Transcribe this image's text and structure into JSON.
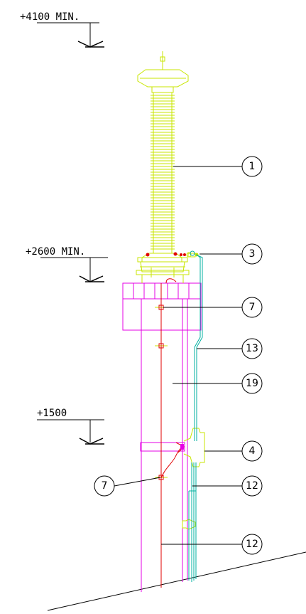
{
  "levels": {
    "top": "+4100 MIN.",
    "mid": "+2600 MIN.",
    "low": "+1500"
  },
  "callouts": {
    "c1": "1",
    "c3": "3",
    "c7a": "7",
    "c13": "13",
    "c19": "19",
    "c4": "4",
    "c7b": "7",
    "c12a": "12",
    "c12b": "12"
  },
  "colors": {
    "bushing": "#c8e600",
    "frame": "#e600e6",
    "conductor": "#e00000",
    "cable": "#00b0a0",
    "ink": "#000000"
  }
}
